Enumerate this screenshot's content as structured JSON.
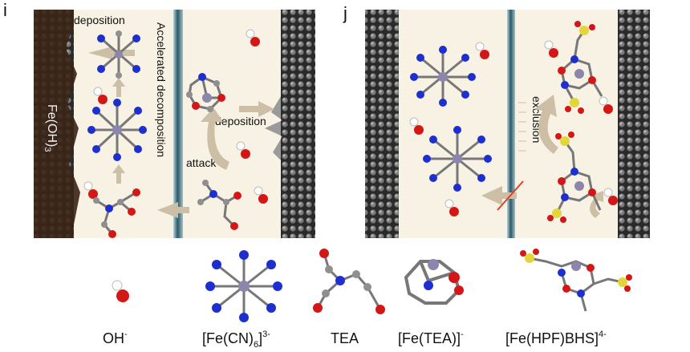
{
  "panels": {
    "i": {
      "letter": "i",
      "deposition_top": "deposition",
      "vertical_label": "Accelerated decomposition",
      "fe_label": "Fe(OH)",
      "fe_sub": "3",
      "deposition_right": "deposition",
      "attack": "attack"
    },
    "j": {
      "letter": "j",
      "exclusion": "exclusion"
    }
  },
  "legend": {
    "oh": {
      "base": "OH",
      "sup": "-"
    },
    "fecn": {
      "pre": "[Fe(CN)",
      "sub": "6",
      "mid": "]",
      "sup": "3-"
    },
    "tea": {
      "base": "TEA"
    },
    "fetea": {
      "base": "[Fe(TEA)]",
      "sup": "-"
    },
    "fehpf": {
      "base": "[Fe(HPF)BHS]",
      "sup": "4-"
    }
  },
  "colors": {
    "panel_bg": "#f7f2e3",
    "membrane": "#3f6a78",
    "arrow": "#cdbfa6",
    "carbon": "#8f8f8f",
    "nitrogen": "#1e2fd0",
    "oxygen": "#d31717",
    "iron": "#8c86ad",
    "sulfur": "#e2d63a"
  }
}
